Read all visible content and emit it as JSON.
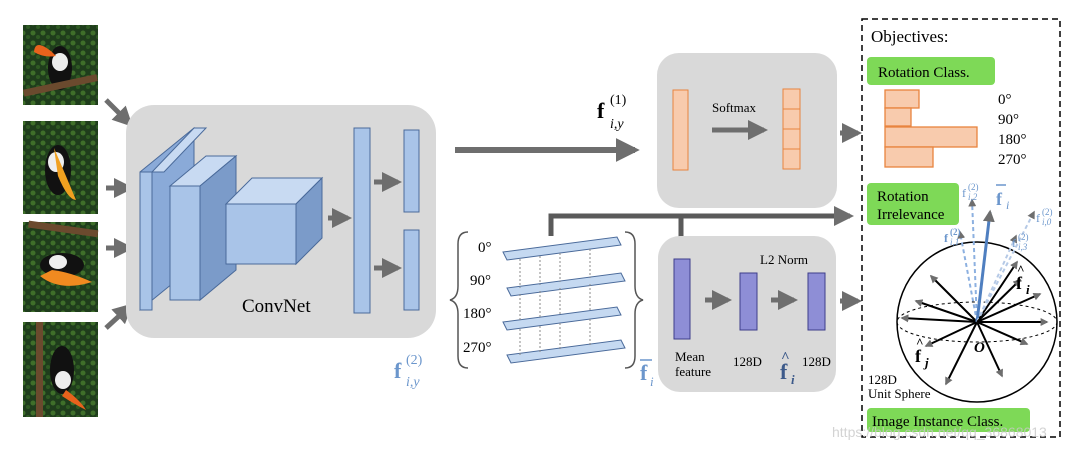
{
  "convnet": {
    "label": "ConvNet"
  },
  "rotation_head": {
    "feature": "f",
    "feature_sup": "(1)",
    "feature_sub": "i,y",
    "softmax": "Softmax"
  },
  "rotation_features": {
    "feature": "f",
    "feature_sup": "(2)",
    "feature_sub": "i,y",
    "angles": [
      "0°",
      "90°",
      "180°",
      "270°"
    ],
    "mean_symbol": "f",
    "mean_sub": "i"
  },
  "instance_head": {
    "mean_label_1": "Mean",
    "mean_label_2": "feature",
    "dim1": "128D",
    "l2norm": "L2 Norm",
    "dim2": "128D",
    "hat_symbol": "f",
    "hat_sub": "i"
  },
  "objectives": {
    "title": "Objectives:",
    "rotation_class": "Rotation Class.",
    "angles": [
      "0°",
      "90°",
      "180°",
      "270°"
    ],
    "rotation_irrelevance_1": "Rotation",
    "rotation_irrelevance_2": "Irrelevance",
    "image_instance_class": "Image Instance Class.",
    "sphere_1": "128D",
    "sphere_2": "Unit Sphere",
    "origin": "O",
    "fhat_i": "f",
    "fhat_i_sub": "i",
    "fhat_j": "f",
    "fhat_j_sub": "j",
    "fbar_i": "f",
    "fbar_i_sub": "i",
    "f_labels": [
      "(2)",
      "(2)",
      "(2)",
      "(2)"
    ],
    "f_subs": [
      "i,2",
      "i,1",
      "i,3",
      "i,0"
    ]
  },
  "watermark": "https://blog.csdn.net/qq_36868013",
  "colors": {
    "panel": "#d9d9d9",
    "conv": "#a9c4e8",
    "orange": "#f4b183",
    "purple": "#8e8ed6",
    "green": "#7ed957",
    "blue": "#4f7fc0",
    "arrow": "#6e6e6e"
  }
}
